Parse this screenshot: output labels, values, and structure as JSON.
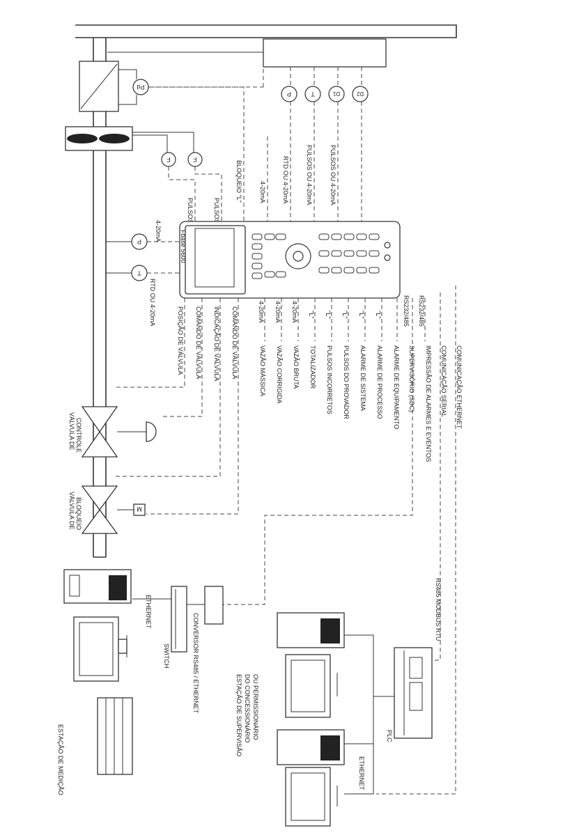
{
  "instruments_top": [
    "P",
    "T",
    "D1",
    "D2"
  ],
  "pd_label": "Pd",
  "flow_labels": [
    "F",
    "F"
  ],
  "pt_labels": [
    "P",
    "T"
  ],
  "motor_label": "M",
  "device": {
    "brand_line": "Fbase 5600"
  },
  "top_inputs": [
    "PULSOS A",
    "PULSOS B",
    "BLOQUEIO \"L\"",
    "4-20mA",
    "RTD OU 4-20mA",
    "PULSOS OU 4-20mA",
    "PULSOS OU 4-20mA"
  ],
  "p_input": "4-20mA",
  "t_input": "RTD OU 4-20mA",
  "valve_signals": [
    "POSIÇÃO DE VÁLVULA",
    "COMANDO DE VÁLVULA",
    "INDICAÇÃO DE VÁLVULA",
    "COMANDO DE VÁLVULA"
  ],
  "outputs": [
    {
      "sig": "4-20mA",
      "name": "VAZÃO MÁSSICA"
    },
    {
      "sig": "4-20mA",
      "name": "VAZÃO CORRIGIDA"
    },
    {
      "sig": "4-20mA",
      "name": "VAZÃO BRUTA"
    },
    {
      "sig": "\"L\"",
      "name": "TOTALIZADOR"
    },
    {
      "sig": "\"L\"",
      "name": "PULSOS INCORRETOS"
    },
    {
      "sig": "\"L\"",
      "name": "PULSOS DO PROVADOR"
    },
    {
      "sig": "\"L\"",
      "name": "ALARME DE SISTEMA"
    },
    {
      "sig": "\"L\"",
      "name": "ALARME DE PROCESSO"
    },
    {
      "sig": "RS232/485",
      "name": "ALARME DE EQUIPAMENTO"
    },
    {
      "sig": "RS232/485",
      "name": "SUPERVISÓRIO (SDC)"
    },
    {
      "sig": "",
      "name": "IMPRESSÃO DE ALARMES E EVENTOS"
    },
    {
      "sig": "",
      "name": "COMUNICAÇÃO SERIAL"
    },
    {
      "sig": "",
      "name": "COMUNICAÇÃO ETHERNET"
    }
  ],
  "valves": {
    "control": [
      "VÁLVULA DE",
      "CONTROLE"
    ],
    "block": [
      "VÁLVULA DE",
      "BLOQUEIO"
    ]
  },
  "bottom": {
    "ethernet_1": "ETHERNET",
    "switch": "SWITCH",
    "converter": "CONVERSOR RS485 / ETHERNET",
    "measurement_station": "ESTAÇÃO DE MEDIÇÃO",
    "supervision_station": [
      "ESTAÇÃO DE SUPERVISÃO",
      "DO CONCESSIONÁRIO",
      "OU PERMISSIONÁRIO"
    ],
    "ethernet_2": "ETHERNET",
    "plc": "PLC",
    "rs485": "RS485 MODBUS RTU"
  }
}
